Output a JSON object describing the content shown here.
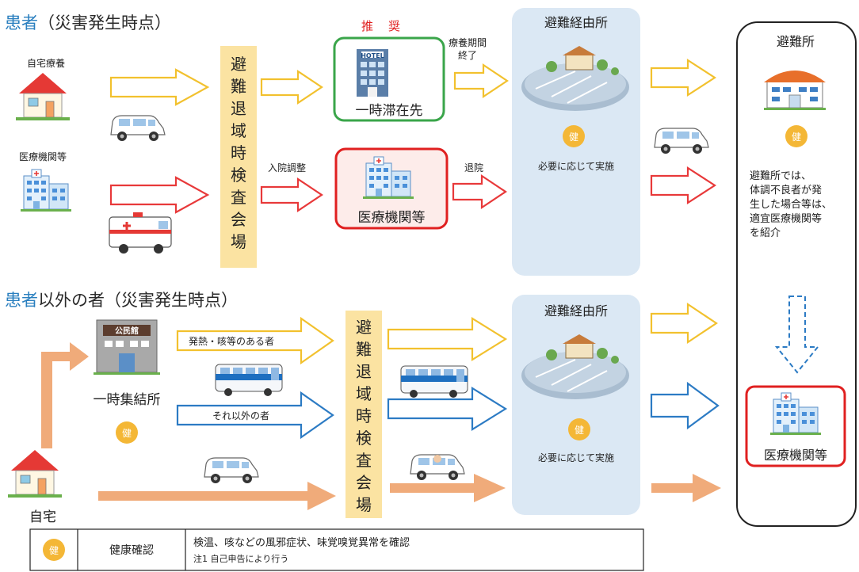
{
  "colors": {
    "yellow_arrow": "#f2c12e",
    "red_arrow": "#e8393a",
    "blue_arrow": "#2c7bc4",
    "orange_arrow": "#f0ab7a",
    "gate_fill": "#fbe3a2",
    "stop_fill": "#dbe8f4",
    "hotel_border": "#3aa54a",
    "hospital_border": "#e02020",
    "heading_blue": "#2a7fbf",
    "recommend_red": "#e02020",
    "health_badge": "#f4b736"
  },
  "heading_top": {
    "prefix": "患者",
    "suffix": "（災害発生時点）"
  },
  "heading_bottom": {
    "prefix": "患者",
    "suffix": "以外の者（災害発生時点）"
  },
  "patients": {
    "home_care": "自宅療養",
    "medical_institutions": "医療機関等",
    "recommend": "推　奨",
    "hotel_sign": "HOTEL",
    "temporary_stay": "一時滞在先",
    "hospital_stay": "医療機関等",
    "care_period_end": "療養期間\n終了",
    "admission_coordination": "入院調整",
    "discharge": "退院"
  },
  "gate_label": "避難退域時検査会場",
  "waypoint": {
    "title": "避難経由所",
    "health_badge": "健",
    "note": "必要に応じて実施"
  },
  "shelter": {
    "title": "避難所",
    "health_badge": "健",
    "note": "避難所では、\n体調不良者が発\n生した場合等は、\n適宜医療機関等\nを紹介",
    "hospital_label": "医療機関等"
  },
  "non_patients": {
    "community_hall_sign": "公民館",
    "assembly_point": "一時集結所",
    "health_badge": "健",
    "fever_cough": "発熱・咳等のある者",
    "others": "それ以外の者",
    "home": "自宅"
  },
  "legend": {
    "badge": "健",
    "term": "健康確認",
    "desc_line1": "検温、咳などの風邪症状、味覚嗅覚異常を確認",
    "desc_line2": "注1 自己申告により行う"
  }
}
